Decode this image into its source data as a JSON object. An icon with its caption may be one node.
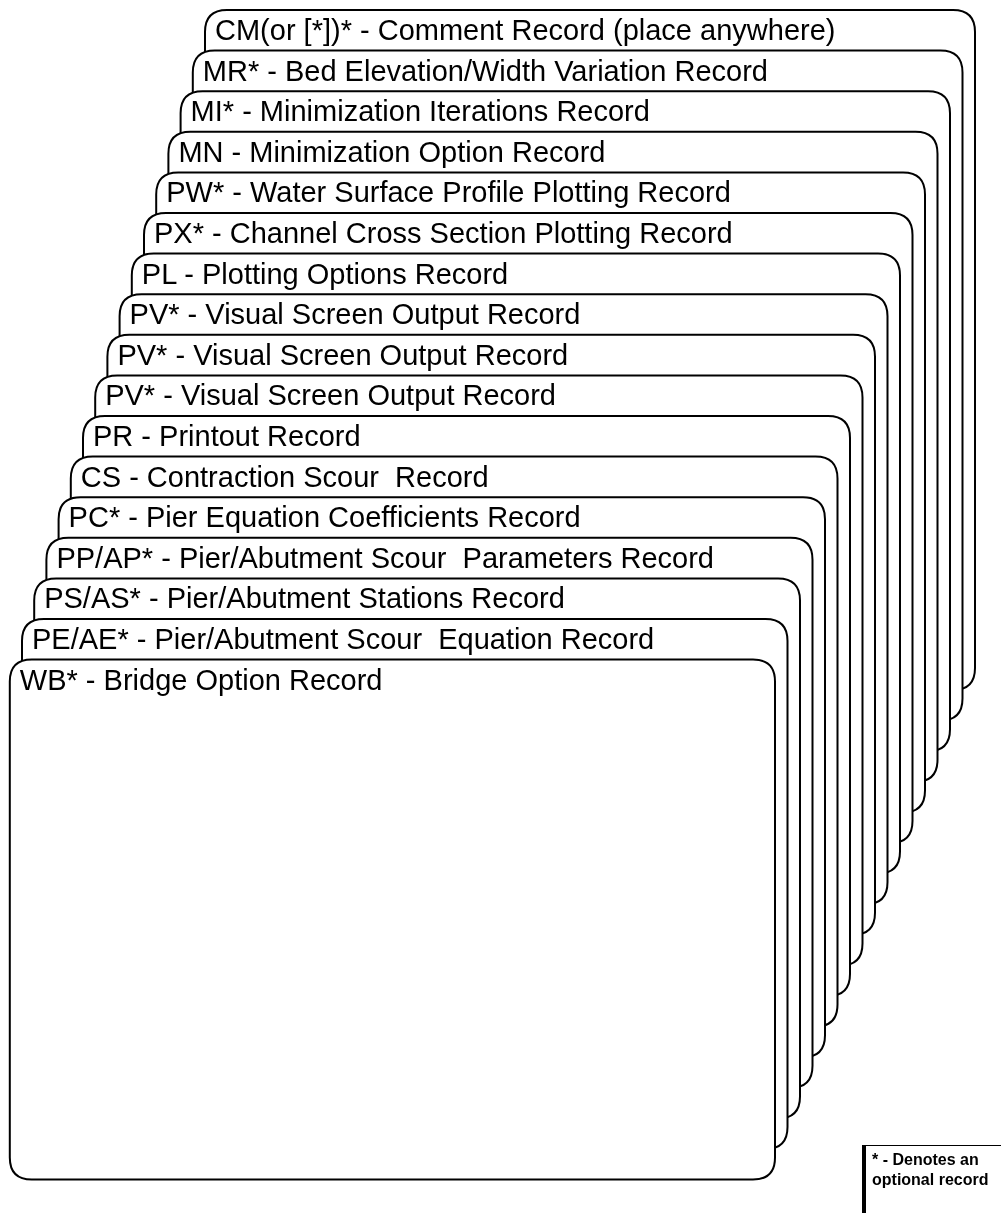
{
  "diagram": {
    "nodes": [
      {
        "text": [
          "CM(or [*])* - Comment Record (place anywhere)"
        ]
      },
      {
        "text": [
          "MR* - Bed Elevation/Width Variation Record"
        ]
      },
      {
        "text": [
          "MI* - Minimization Iterations Record"
        ]
      },
      {
        "text": [
          "MN - Minimization Option Record"
        ]
      },
      {
        "text": [
          "PW* - Water Surface Profile Plotting Record"
        ]
      },
      {
        "text": [
          "PX* - Channel Cross Section Plotting Record"
        ]
      },
      {
        "text": [
          "PL - Plotting Options Record"
        ]
      },
      {
        "text": [
          "PV* - Visual Screen Output Record"
        ]
      },
      {
        "text": [
          "PV* - Visual Screen Output Record"
        ]
      },
      {
        "text": [
          "PV* - Visual Screen Output Record"
        ]
      },
      {
        "text": [
          "PR - Printout Record"
        ]
      },
      {
        "text": [
          "CS - Contraction Scour  Record"
        ]
      },
      {
        "text": [
          "PC* - Pier Equation Coefficients Record"
        ]
      },
      {
        "text": [
          "PP/AP* - Pier/Abutment Scour  Parameters Record"
        ]
      },
      {
        "text": [
          "PS/AS* - Pier/Abutment Stations Record"
        ]
      },
      {
        "text": [
          "PE/AE* - Pier/Abutment Scour  Equation Record"
        ]
      },
      {
        "text": [
          "WB* - Bridge Option Record"
        ]
      },
      {
        "text": [
          "* - Denotes an optional record"
        ]
      }
    ]
  }
}
